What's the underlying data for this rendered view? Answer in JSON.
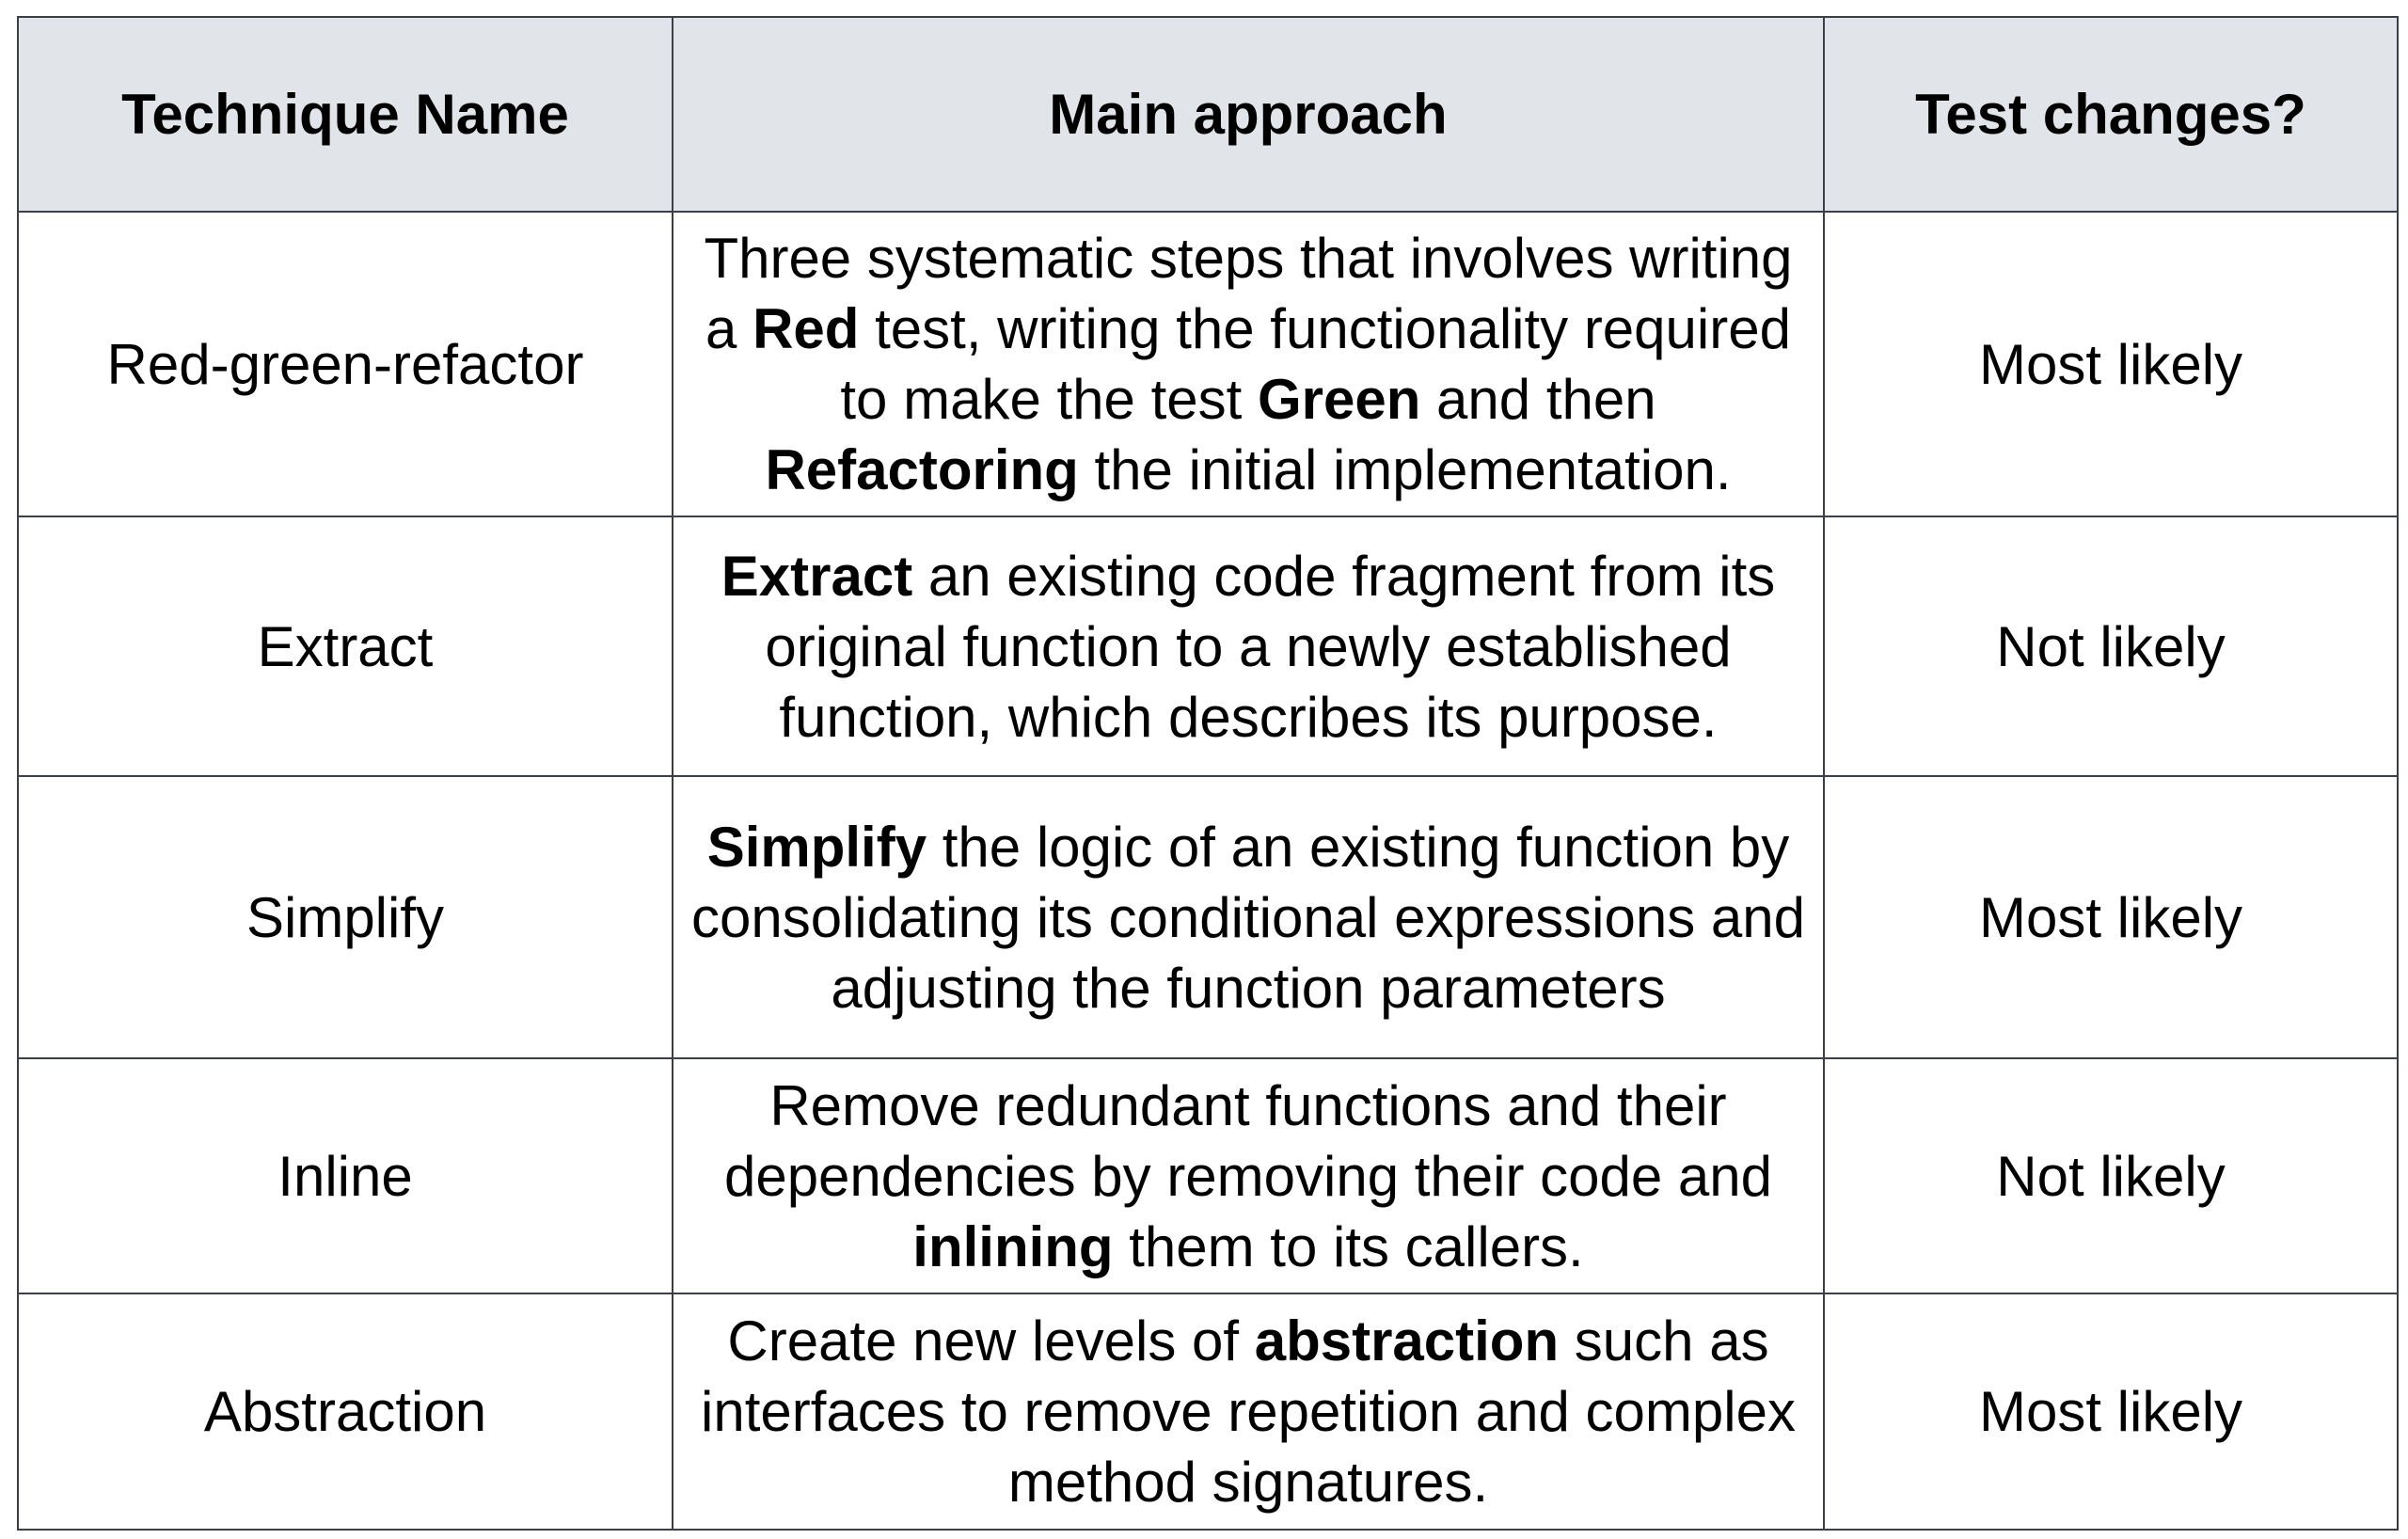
{
  "table": {
    "headers": {
      "technique": "Technique Name",
      "approach": "Main approach",
      "test_changes": "Test changes?"
    },
    "rows": [
      {
        "technique": "Red-green-refactor",
        "approach": [
          {
            "text": "Three systematic steps that involves writing a ",
            "bold": false
          },
          {
            "text": "Red",
            "bold": true
          },
          {
            "text": " test, writing the functionality required to make the test ",
            "bold": false
          },
          {
            "text": "Green",
            "bold": true
          },
          {
            "text": " and then ",
            "bold": false
          },
          {
            "text": "Refactoring",
            "bold": true
          },
          {
            "text": " the initial implementation.",
            "bold": false
          }
        ],
        "test_changes": "Most likely"
      },
      {
        "technique": "Extract",
        "approach": [
          {
            "text": "Extract",
            "bold": true
          },
          {
            "text": " an existing code fragment from its original function to a newly established function, which describes its purpose.",
            "bold": false
          }
        ],
        "test_changes": "Not likely"
      },
      {
        "technique": "Simplify",
        "approach": [
          {
            "text": "Simplify",
            "bold": true
          },
          {
            "text": " the logic of an existing function by consolidating its conditional expressions and adjusting the function parameters",
            "bold": false
          }
        ],
        "test_changes": "Most likely"
      },
      {
        "technique": "Inline",
        "approach": [
          {
            "text": "Remove redundant functions and their dependencies by removing their code and ",
            "bold": false
          },
          {
            "text": "inlining",
            "bold": true
          },
          {
            "text": " them to its callers.",
            "bold": false
          }
        ],
        "test_changes": "Not likely"
      },
      {
        "technique": "Abstraction",
        "approach": [
          {
            "text": "Create new levels of ",
            "bold": false
          },
          {
            "text": "abstraction",
            "bold": true
          },
          {
            "text": " such as interfaces to remove repetition and complex method signatures.",
            "bold": false
          }
        ],
        "test_changes": "Most likely"
      }
    ]
  }
}
